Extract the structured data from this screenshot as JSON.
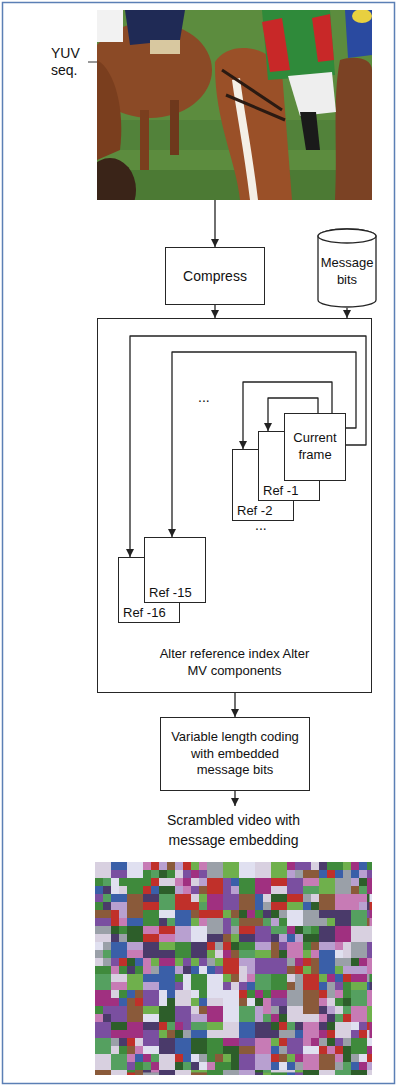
{
  "diagram": {
    "nodes": [
      {
        "text": [
          "YUV seq."
        ]
      },
      {
        "text": [
          "Compress"
        ]
      },
      {
        "text": [
          "Message bits"
        ]
      },
      {
        "text": [
          "Alter reference index Alter MV components"
        ]
      },
      {
        "text": [
          "Current frame"
        ],
        "in": 3
      },
      {
        "text": [
          "Ref -1"
        ],
        "in": 3
      },
      {
        "text": [
          "Ref -2"
        ],
        "in": 3
      },
      {
        "text": [
          "Ref -15"
        ],
        "in": 3
      },
      {
        "text": [
          "Ref -16"
        ],
        "in": 3
      },
      {
        "text": [
          "Variable length coding with embedded message bits"
        ]
      },
      {
        "text": [
          "Scrambled video with message embedding"
        ]
      }
    ],
    "edges": [
      {
        "from": 0,
        "to": 1,
        "arrow": "to"
      },
      {
        "from": 1,
        "to": 3,
        "arrow": "to"
      },
      {
        "from": 2,
        "to": 3,
        "arrow": "to"
      },
      {
        "from": 4,
        "to": 5,
        "arrow": "to"
      },
      {
        "from": 4,
        "to": 6,
        "arrow": "to"
      },
      {
        "from": 4,
        "to": 7,
        "arrow": "to"
      },
      {
        "from": 4,
        "to": 8,
        "arrow": "to"
      },
      {
        "from": 3,
        "to": 9,
        "arrow": "to"
      },
      {
        "from": 9,
        "to": 10,
        "arrow": "to"
      }
    ],
    "labels": [
      "...",
      "..."
    ]
  }
}
